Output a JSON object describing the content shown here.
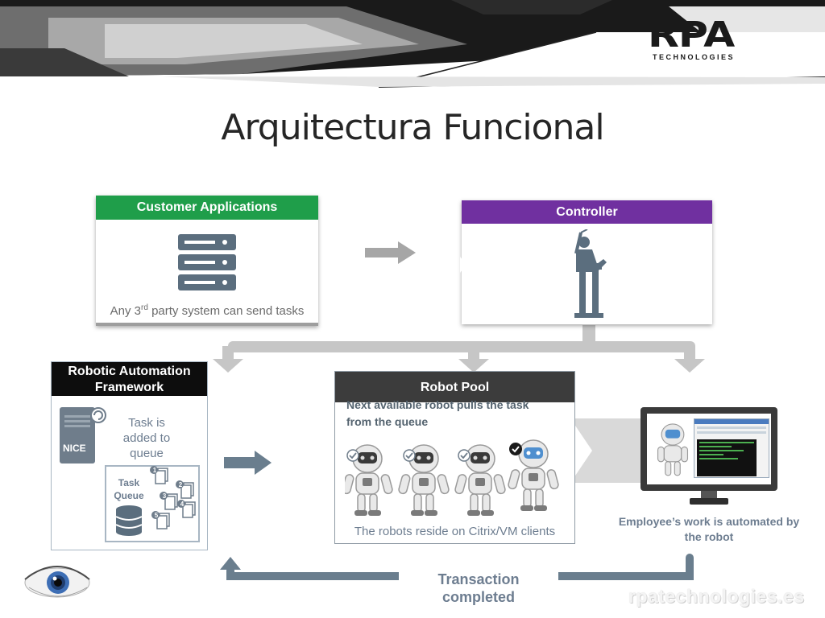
{
  "header": {
    "logo_text": "RPA",
    "logo_subtext": "TECHNOLOGIES",
    "title": "Arquitectura Funcional"
  },
  "customer_apps": {
    "title": "Customer Applications",
    "caption_pre": "Any 3",
    "caption_sup": "rd",
    "caption_post": " party system can send tasks",
    "header_color": "#1f9e4a"
  },
  "controller": {
    "title": "Controller",
    "header_color": "#7030a0"
  },
  "framework": {
    "title": "Robotic Automation Framework",
    "server_label": "NICE",
    "task_text": "Task is added to queue",
    "queue_label": "Task Queue",
    "badge_numbers": [
      "1",
      "2",
      "3",
      "4",
      "5"
    ]
  },
  "robot_pool": {
    "title": "Robot Pool",
    "pull_text_line1": "Next available robot pulls the task",
    "pull_text_line2": "from the queue",
    "caption": "The robots reside on Citrix/VM clients"
  },
  "employee": {
    "caption": "Employee’s work is automated by the robot"
  },
  "transaction": {
    "label": "Transaction completed"
  },
  "watermark": "rpatechnologies.es",
  "colors": {
    "green": "#1f9e4a",
    "purple": "#7030a0",
    "black_header": "#0d0d0d",
    "dark_header": "#3c3c3c",
    "arrow_gray": "#c6c6c6",
    "return_arrow": "#6a7e8e"
  }
}
